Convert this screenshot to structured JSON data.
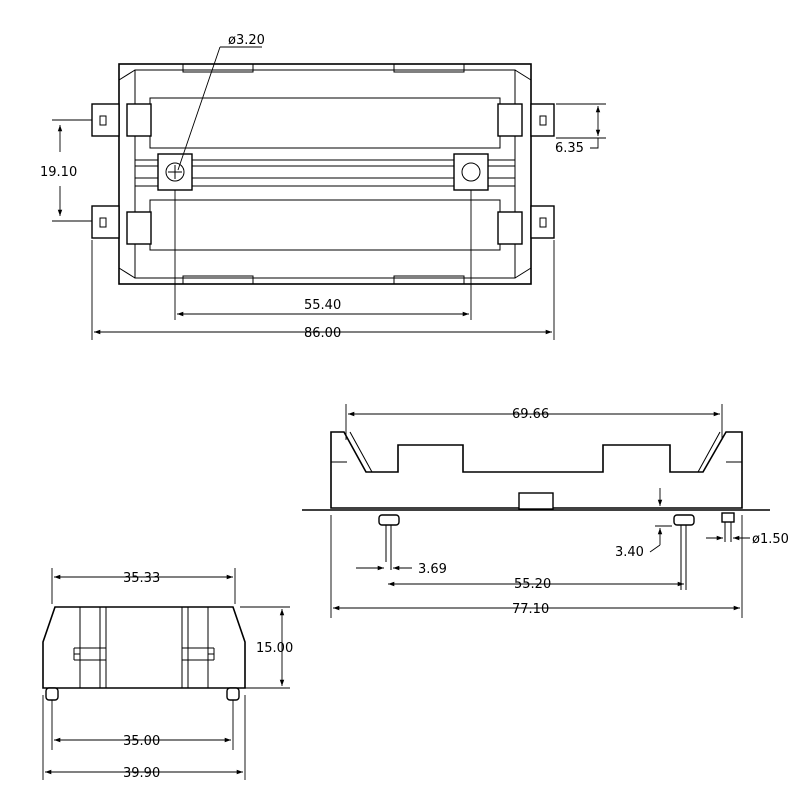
{
  "top_view": {
    "hole_diameter": "ø3.20",
    "height_pitch": "19.10",
    "tab_offset": "6.35",
    "hole_spacing": "55.40",
    "overall_length": "86.00"
  },
  "side_view": {
    "body_length": "69.66",
    "pin_height": "3.40",
    "pin_diameter": "ø1.50",
    "pin_offset": "3.69",
    "pin_spacing": "55.20",
    "overall_length": "77.10"
  },
  "end_view": {
    "top_width": "35.33",
    "height": "15.00",
    "pin_spacing": "35.00",
    "overall_width": "39.90"
  }
}
